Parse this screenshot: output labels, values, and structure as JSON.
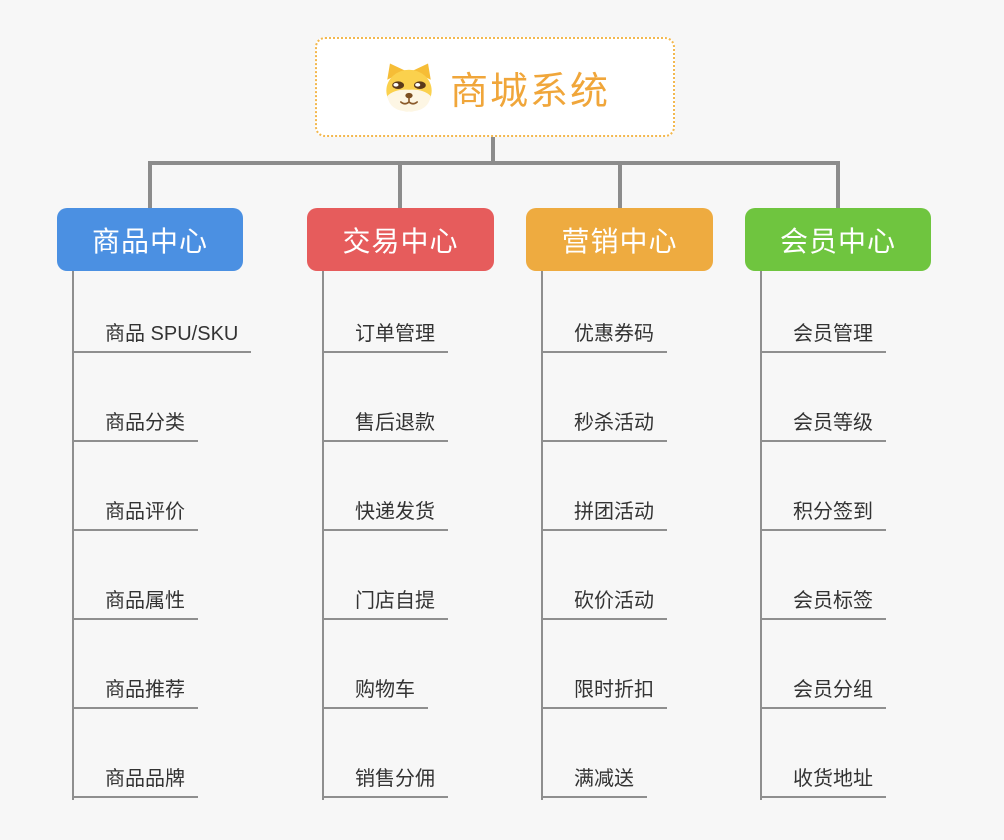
{
  "root": {
    "title": "商城系统",
    "icon": "shiba-dog-icon"
  },
  "branches": [
    {
      "label": "商品中心",
      "color": "#4b90e2",
      "items": [
        "商品 SPU/SKU",
        "商品分类",
        "商品评价",
        "商品属性",
        "商品推荐",
        "商品品牌"
      ]
    },
    {
      "label": "交易中心",
      "color": "#e65c5c",
      "items": [
        "订单管理",
        "售后退款",
        "快递发货",
        "门店自提",
        "购物车",
        "销售分佣"
      ]
    },
    {
      "label": "营销中心",
      "color": "#eeab40",
      "items": [
        "优惠券码",
        "秒杀活动",
        "拼团活动",
        "砍价活动",
        "限时折扣",
        "满减送"
      ]
    },
    {
      "label": "会员中心",
      "color": "#6fc53f",
      "items": [
        "会员管理",
        "会员等级",
        "积分签到",
        "会员标签",
        "会员分组",
        "收货地址"
      ]
    }
  ],
  "colors": {
    "background": "#f7f7f7",
    "root_accent": "#f0a63a",
    "root_border": "#f3b84e",
    "connector": "#8c8c8c",
    "leaf_line": "#8f8f8f",
    "leaf_text": "#333333"
  }
}
